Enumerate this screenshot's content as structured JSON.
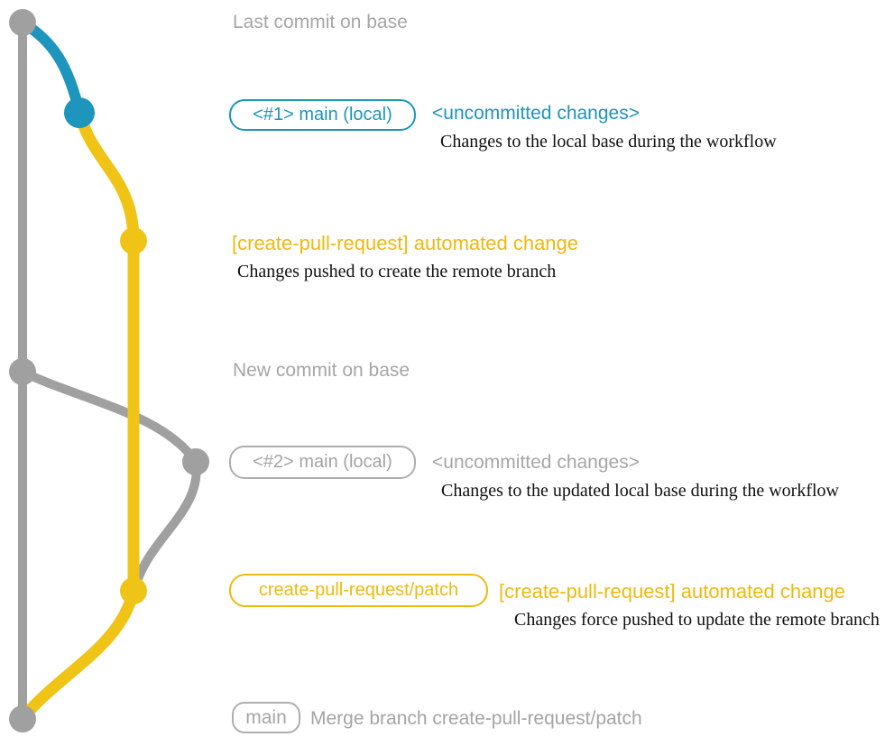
{
  "colors": {
    "gray_line": "#a0a0a0",
    "gray_text": "#a6a6a6",
    "gray_border": "#aeaeae",
    "blue": "#1d95bd",
    "yellow_line": "#f0c317",
    "yellow_text": "#eeb90e",
    "caption_text": "#101010",
    "background": "#ffffff"
  },
  "graph": {
    "branches": [
      {
        "name": "base",
        "color": "#a0a0a0"
      },
      {
        "name": "main (local)",
        "color": "#1d95bd"
      },
      {
        "name": "create-pull-request/patch",
        "color": "#f0c317"
      }
    ],
    "commit_nodes": [
      {
        "id": "last-commit-on-base",
        "color": "gray"
      },
      {
        "id": "main-local-commit-1",
        "color": "blue"
      },
      {
        "id": "patch-commit-1",
        "color": "yellow"
      },
      {
        "id": "new-commit-on-base",
        "color": "gray"
      },
      {
        "id": "main-local-commit-2",
        "color": "gray"
      },
      {
        "id": "patch-commit-2",
        "color": "yellow"
      },
      {
        "id": "merge-commit",
        "color": "gray"
      }
    ]
  },
  "annotations": {
    "last_commit": "Last commit on base",
    "new_commit": "New commit on base"
  },
  "sections": {
    "row1": {
      "badge": "<#1> main (local)",
      "heading": "<uncommitted changes>",
      "caption": "Changes to the local base during the workflow"
    },
    "row2": {
      "heading": "[create-pull-request] automated change",
      "caption": "Changes pushed to create the remote branch"
    },
    "row3": {
      "badge": "<#2> main (local)",
      "heading": "<uncommitted changes>",
      "caption": "Changes to the updated local base during the workflow"
    },
    "row4": {
      "badge": "create-pull-request/patch",
      "heading": "[create-pull-request] automated change",
      "caption": "Changes force pushed to update the remote branch"
    },
    "row5": {
      "badge": "main",
      "message": "Merge branch create-pull-request/patch"
    }
  }
}
